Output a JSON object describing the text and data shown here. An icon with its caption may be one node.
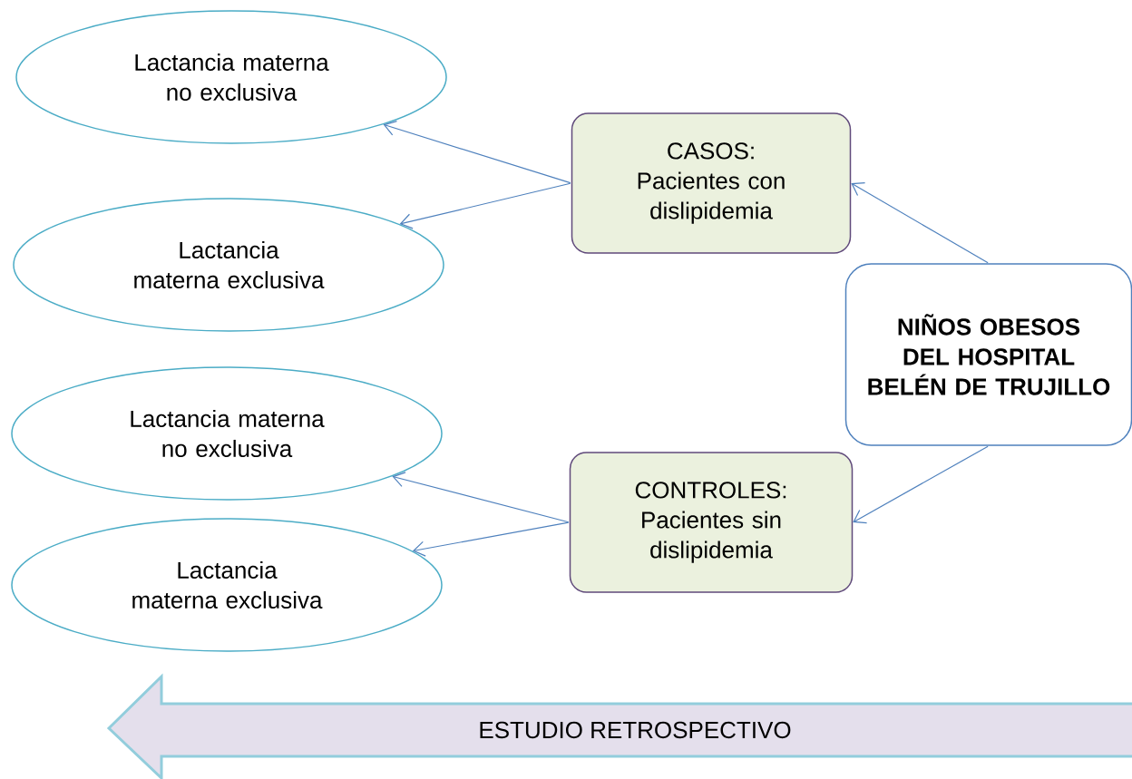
{
  "diagram": {
    "nodes": [
      {
        "text": [
          "Lactancia materna no exclusiva"
        ]
      },
      {
        "text": [
          "Lactancia materna exclusiva"
        ]
      },
      {
        "text": [
          "CASOS:",
          "Pacientes con dislipidemia"
        ]
      },
      {
        "text": [
          "NIÑOS OBESOS DEL HOSPITAL BELÉN DE TRUJILLO"
        ]
      },
      {
        "text": [
          "Lactancia materna no exclusiva"
        ]
      },
      {
        "text": [
          "Lactancia materna exclusiva"
        ]
      },
      {
        "text": [
          "CONTROLES:",
          "Pacientes sin dislipidemia"
        ]
      },
      {
        "text": [
          "ESTUDIO RETROSPECTIVO"
        ]
      }
    ],
    "edges": [
      {
        "from": 3,
        "to": 2,
        "arrow": "to"
      },
      {
        "from": 2,
        "to": 0,
        "arrow": "to"
      },
      {
        "from": 2,
        "to": 1,
        "arrow": "to"
      },
      {
        "from": 3,
        "to": 6,
        "arrow": "to"
      },
      {
        "from": 6,
        "to": 4,
        "arrow": "to"
      },
      {
        "from": 6,
        "to": 5,
        "arrow": "to"
      }
    ]
  }
}
